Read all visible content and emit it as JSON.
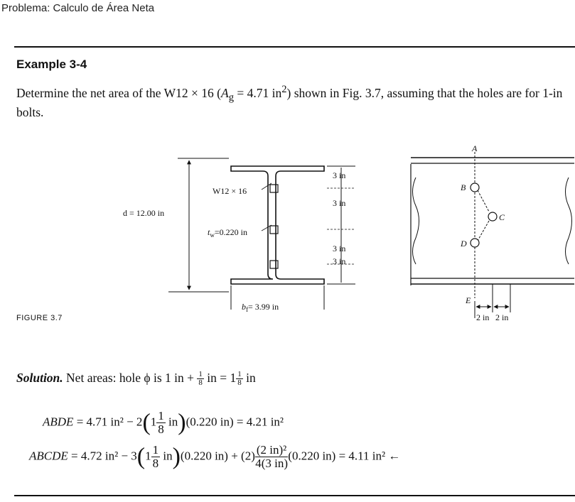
{
  "header": {
    "problem_title": "Problema: Calculo de Área Neta"
  },
  "example": {
    "title": "Example 3-4",
    "statement_part1": "Determine the net area of the W12 × 16 (",
    "ag_label": "A",
    "ag_sub": "g",
    "ag_value": " = 4.71 in",
    "ag_sup": "2",
    "statement_part2": ") shown in Fig. 3.7, assuming that the holes are for 1-in bolts."
  },
  "figure": {
    "caption": "FIGURE 3.7",
    "section_label": "W12 × 16",
    "web_thickness": "t",
    "web_thickness_sub": "w",
    "web_thickness_value": "=0.220 in",
    "depth_label": "d = 12.00 in",
    "flange_width_prefix": "b",
    "flange_width_sub": "f",
    "flange_width_value": "= 3.99 in",
    "spacing_labels": [
      "3 in",
      "3 in",
      "3 in",
      "3 in"
    ],
    "points": [
      "A",
      "B",
      "C",
      "D",
      "E"
    ],
    "stagger_labels": [
      "2 in",
      "2 in"
    ]
  },
  "solution": {
    "heading": "Solution.",
    "intro": " Net areas: hole ϕ is 1 in + ",
    "intro_frac_num": "1",
    "intro_frac_den": "8",
    "intro_mid": " in = 1",
    "intro_frac2_num": "1",
    "intro_frac2_den": "8",
    "intro_end": " in",
    "eq1": {
      "lhs": "ABDE",
      "part1": " = 4.71 in² − 2",
      "whole": "1",
      "frac_num": "1",
      "frac_den": "8",
      "unit": " in",
      "part2": "(0.220 in) = 4.21 in²"
    },
    "eq2": {
      "lhs": "ABCDE",
      "part1": " = 4.72 in² − 3",
      "whole": "1",
      "frac_num": "1",
      "frac_den": "8",
      "unit": " in",
      "part2": "(0.220 in) + (2)",
      "frac2_num": "(2 in)²",
      "frac2_den": "4(3 in)",
      "part3": "(0.220 in) = 4.11 in² ←"
    }
  }
}
